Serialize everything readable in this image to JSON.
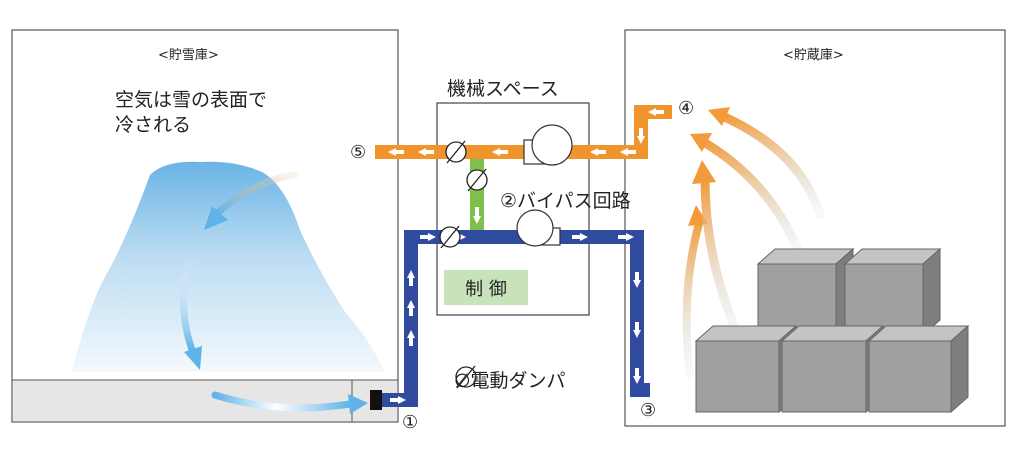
{
  "snow_room": {
    "title": "<貯雪庫>",
    "description_line1": "空気は雪の表面で",
    "description_line2": "冷される"
  },
  "storage_room": {
    "title": "<貯蔵庫>"
  },
  "machine_space": {
    "title": "機械スペース",
    "control_label": "制 御"
  },
  "bypass_label": "②バイパス回路",
  "damper_legend": "∅電動ダンパ",
  "points": {
    "p1": "①",
    "p3": "③",
    "p4": "④",
    "p5": "⑤"
  },
  "colors": {
    "return_duct": "#f0952e",
    "supply_duct": "#2f4a9e",
    "bypass_duct": "#7fc04a",
    "snow": "#6ab4e6",
    "boxes": "#9d9d9d",
    "control_bg": "#c8e3bb"
  }
}
